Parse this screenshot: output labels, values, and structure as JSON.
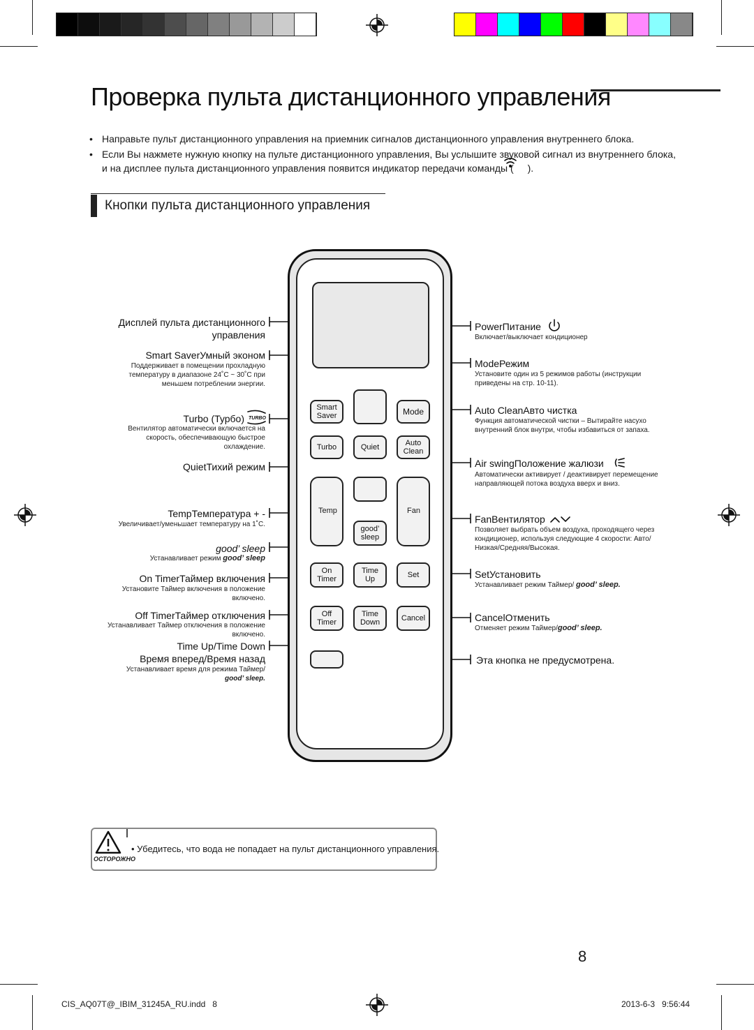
{
  "colors": {
    "grayscale": [
      "#000000",
      "#0d0d0d",
      "#1a1a1a",
      "#262626",
      "#333333",
      "#4d4d4d",
      "#666666",
      "#808080",
      "#999999",
      "#b3b3b3",
      "#cccccc",
      "#ffffff"
    ],
    "color_bar": [
      "#ffff00",
      "#ff00ff",
      "#00ffff",
      "#0000ff",
      "#00ff00",
      "#ff0000",
      "#000000",
      "#ffff88",
      "#ff88ff",
      "#88ffff",
      "#888888"
    ]
  },
  "page": {
    "title": "Проверка пульта дистанционного управления",
    "bullets": [
      "Направьте пульт дистанционного управления на приемник сигналов дистанционного управления внутреннего блока.",
      "Если Вы нажмете нужную кнопку на пульте дистанционного управления, Вы услышите звуковой сигнал из внутреннего блока, и на дисплее пульта дистанционного управления появится индикатор передачи команды ("
    ],
    "bullet_tail": ").",
    "section_title": "Кнопки пульта дистанционного управления",
    "page_number": "8",
    "footer_file": "CIS_AQ07T@_IBIM_31245A_RU.indd   8",
    "footer_date": "2013-6-3   9:56:44"
  },
  "left_labels": {
    "display": "Дисплей пульта дистанционного",
    "display2": "управления",
    "smart": "Smart SaverУмный эконом",
    "smart_desc": "Поддерживает в помещении прохладную температуру в диапазоне 24˚C ~ 30˚C при меньшем потреблении энергии.",
    "turbo": "Turbo (Турбо)",
    "turbo_desc": "Вентилятор автоматически включается на скорость, обеспечивающую быстрое охлаждение.",
    "quiet": "QuietТихий режим",
    "temp": "TempТемпература + -",
    "temp_desc": "Увеличивает/уменьшает температуру на 1˚C.",
    "good": "good’ sleep",
    "good_desc": "Устанавливает режим",
    "good_brand": "good’ sleep",
    "on": "On TimerТаймер включения",
    "on_desc": "Установите Таймер включения в положение включено.",
    "off": "Off TimerТаймер отключения",
    "off_desc": "Устанавливает Таймер отключения в положение включено.",
    "time1": "Time Up/Time Down",
    "time2": "Время вперед/Время назад",
    "time_desc": "Устанавливает время для режима Таймер/",
    "time_brand": "good’ sleep."
  },
  "right_labels": {
    "power": "PowerПитание",
    "power_desc": "Включает/выключает кондиционер",
    "mode": "ModeРежим",
    "mode_desc": "Установите один из 5 режимов работы (инструкции приведены на стр. 10-11).",
    "auto": "Auto CleanАвто чистка",
    "auto_desc": "Функция автоматической чистки – Вытирайте насухо внутренний блок внутри, чтобы избавиться от запаха.",
    "air": "Air swingПоложение жалюзи",
    "air_desc": "Автоматически активирует / деактивирует перемещение направляющей потока воздуха вверх и вниз.",
    "fan": "FanВентилятор",
    "fan_desc": "Позволяет выбрать объем воздуха, проходящего через кондиционер, используя следующие 4 скорости: Авто/Низкая/Средняя/Высокая.",
    "set": "SetУстановить",
    "set_desc": "Устанавливает режим Таймер/",
    "set_brand": "good’ sleep.",
    "cancel": "CancelОтменить",
    "cancel_desc": "Отменяет режим Таймер/",
    "cancel_brand": "good’ sleep.",
    "none": "Эта кнопка не предусмотрена."
  },
  "remote": {
    "smart": "Smart Saver",
    "mode": "Mode",
    "turbo": "Turbo",
    "quiet": "Quiet",
    "auto": "Auto Clean",
    "temp": "Temp",
    "fan": "Fan",
    "good": "good’ sleep",
    "on": "On Timer",
    "timeup": "Time Up",
    "set": "Set",
    "off": "Off Timer",
    "timedown": "Time Down",
    "cancel": "Cancel"
  },
  "warning": {
    "label": "ОСТОРОЖНО",
    "text": "Убедитесь, что вода не попадает на пульт дистанционного управления."
  },
  "icons": [
    "registration-mark-icon",
    "power-icon",
    "turbo-icon",
    "air-swing-icon",
    "fan-arrows-icon",
    "signal-icon",
    "warning-triangle-icon"
  ]
}
